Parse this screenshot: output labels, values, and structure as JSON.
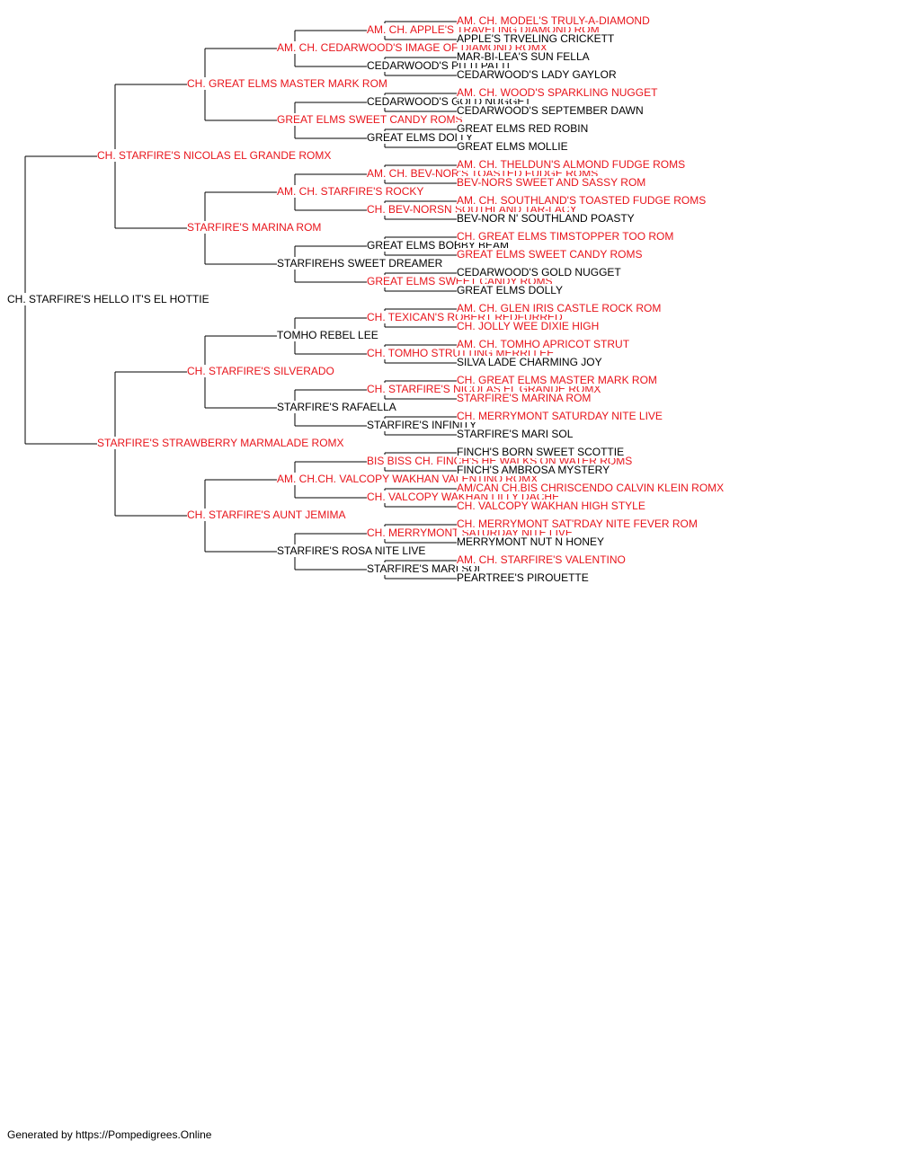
{
  "colors": {
    "titled": "#e8141b",
    "plain": "#000000",
    "line": "#000000"
  },
  "footer": "Generated by https://Pompedigrees.Online",
  "pedigree": [
    {
      "gen": 0,
      "slot": 0,
      "name": "CH. STARFIRE'S HELLO IT'S EL HOTTIE",
      "titled": false
    },
    {
      "gen": 1,
      "slot": 0,
      "name": "CH. STARFIRE'S NICOLAS EL GRANDE ROMX",
      "titled": true
    },
    {
      "gen": 1,
      "slot": 1,
      "name": "STARFIRE'S STRAWBERRY MARMALADE ROMX",
      "titled": true
    },
    {
      "gen": 2,
      "slot": 0,
      "name": "CH. GREAT ELMS MASTER MARK ROM",
      "titled": true
    },
    {
      "gen": 2,
      "slot": 1,
      "name": "STARFIRE'S MARINA ROM",
      "titled": true
    },
    {
      "gen": 2,
      "slot": 2,
      "name": "CH. STARFIRE'S SILVERADO",
      "titled": true
    },
    {
      "gen": 2,
      "slot": 3,
      "name": "CH. STARFIRE'S AUNT JEMIMA",
      "titled": true
    },
    {
      "gen": 3,
      "slot": 0,
      "name": "AM. CH. CEDARWOOD'S IMAGE OF DIAMOND ROMX",
      "titled": true
    },
    {
      "gen": 3,
      "slot": 1,
      "name": "GREAT ELMS SWEET CANDY ROMS",
      "titled": true
    },
    {
      "gen": 3,
      "slot": 2,
      "name": "AM. CH. STARFIRE'S ROCKY",
      "titled": true
    },
    {
      "gen": 3,
      "slot": 3,
      "name": "STARFIREHS SWEET DREAMER",
      "titled": false
    },
    {
      "gen": 3,
      "slot": 4,
      "name": "TOMHO REBEL LEE",
      "titled": false
    },
    {
      "gen": 3,
      "slot": 5,
      "name": "STARFIRE'S RAFAELLA",
      "titled": false
    },
    {
      "gen": 3,
      "slot": 6,
      "name": "AM. CH.CH. VALCOPY WAKHAN VALENTINO ROMX",
      "titled": true
    },
    {
      "gen": 3,
      "slot": 7,
      "name": "STARFIRE'S ROSA NITE LIVE",
      "titled": false
    },
    {
      "gen": 4,
      "slot": 0,
      "name": "AM. CH. APPLE'S TRAVELING DIAMOND ROM",
      "titled": true
    },
    {
      "gen": 4,
      "slot": 1,
      "name": "CEDARWOOD'S PITTI PATTI",
      "titled": false
    },
    {
      "gen": 4,
      "slot": 2,
      "name": "CEDARWOOD'S GOLD NUGGET",
      "titled": false
    },
    {
      "gen": 4,
      "slot": 3,
      "name": "GREAT ELMS DOLLY",
      "titled": false
    },
    {
      "gen": 4,
      "slot": 4,
      "name": "AM. CH. BEV-NOR'S TOASTED FUDGE ROMS",
      "titled": true
    },
    {
      "gen": 4,
      "slot": 5,
      "name": "CH. BEV-NORSN SOUTHLAND TAR-LACY",
      "titled": true
    },
    {
      "gen": 4,
      "slot": 6,
      "name": "GREAT ELMS BOBBY BEAM",
      "titled": false
    },
    {
      "gen": 4,
      "slot": 7,
      "name": "GREAT ELMS SWEET CANDY ROMS",
      "titled": true
    },
    {
      "gen": 4,
      "slot": 8,
      "name": "CH. TEXICAN'S ROBERT REDFURRED",
      "titled": true
    },
    {
      "gen": 4,
      "slot": 9,
      "name": "CH. TOMHO STRUTTING MERRI LEE",
      "titled": true
    },
    {
      "gen": 4,
      "slot": 10,
      "name": "CH. STARFIRE'S NICOLAS EL GRANDE ROMX",
      "titled": true
    },
    {
      "gen": 4,
      "slot": 11,
      "name": "STARFIRE'S INFINITY",
      "titled": false
    },
    {
      "gen": 4,
      "slot": 12,
      "name": "BIS BISS CH. FINCH'S HE WALKS ON WATER ROMS",
      "titled": true
    },
    {
      "gen": 4,
      "slot": 13,
      "name": "CH. VALCOPY WAKHAN LILLY DACHE",
      "titled": true
    },
    {
      "gen": 4,
      "slot": 14,
      "name": "CH. MERRYMONT SATURDAY NITE LIVE",
      "titled": true
    },
    {
      "gen": 4,
      "slot": 15,
      "name": "STARFIRE'S MARI SOL",
      "titled": false
    },
    {
      "gen": 5,
      "slot": 0,
      "name": "AM. CH. MODEL'S TRULY-A-DIAMOND",
      "titled": true
    },
    {
      "gen": 5,
      "slot": 1,
      "name": "APPLE'S TRVELING CRICKETT",
      "titled": false
    },
    {
      "gen": 5,
      "slot": 2,
      "name": "MAR-BI-LEA'S SUN FELLA",
      "titled": false
    },
    {
      "gen": 5,
      "slot": 3,
      "name": "CEDARWOOD'S LADY GAYLOR",
      "titled": false
    },
    {
      "gen": 5,
      "slot": 4,
      "name": "AM. CH. WOOD'S SPARKLING NUGGET",
      "titled": true
    },
    {
      "gen": 5,
      "slot": 5,
      "name": "CEDARWOOD'S SEPTEMBER DAWN",
      "titled": false
    },
    {
      "gen": 5,
      "slot": 6,
      "name": "GREAT ELMS RED ROBIN",
      "titled": false
    },
    {
      "gen": 5,
      "slot": 7,
      "name": "GREAT ELMS MOLLIE",
      "titled": false
    },
    {
      "gen": 5,
      "slot": 8,
      "name": "AM. CH. THELDUN'S ALMOND FUDGE ROMS",
      "titled": true
    },
    {
      "gen": 5,
      "slot": 9,
      "name": "BEV-NORS SWEET AND SASSY ROM",
      "titled": true
    },
    {
      "gen": 5,
      "slot": 10,
      "name": "AM. CH. SOUTHLAND'S TOASTED FUDGE ROMS",
      "titled": true
    },
    {
      "gen": 5,
      "slot": 11,
      "name": "BEV-NOR N' SOUTHLAND POASTY",
      "titled": false
    },
    {
      "gen": 5,
      "slot": 12,
      "name": "CH. GREAT ELMS TIMSTOPPER TOO ROM",
      "titled": true
    },
    {
      "gen": 5,
      "slot": 13,
      "name": "GREAT ELMS SWEET CANDY ROMS",
      "titled": true
    },
    {
      "gen": 5,
      "slot": 14,
      "name": "CEDARWOOD'S GOLD NUGGET",
      "titled": false
    },
    {
      "gen": 5,
      "slot": 15,
      "name": "GREAT ELMS DOLLY",
      "titled": false
    },
    {
      "gen": 5,
      "slot": 16,
      "name": "AM. CH. GLEN IRIS CASTLE ROCK ROM",
      "titled": true
    },
    {
      "gen": 5,
      "slot": 17,
      "name": "CH. JOLLY WEE DIXIE HIGH",
      "titled": true
    },
    {
      "gen": 5,
      "slot": 18,
      "name": "AM. CH. TOMHO APRICOT STRUT",
      "titled": true
    },
    {
      "gen": 5,
      "slot": 19,
      "name": "SILVA LADE CHARMING JOY",
      "titled": false
    },
    {
      "gen": 5,
      "slot": 20,
      "name": "CH. GREAT ELMS MASTER MARK ROM",
      "titled": true
    },
    {
      "gen": 5,
      "slot": 21,
      "name": "STARFIRE'S MARINA ROM",
      "titled": true
    },
    {
      "gen": 5,
      "slot": 22,
      "name": "CH. MERRYMONT SATURDAY NITE LIVE",
      "titled": true
    },
    {
      "gen": 5,
      "slot": 23,
      "name": "STARFIRE'S MARI SOL",
      "titled": false
    },
    {
      "gen": 5,
      "slot": 24,
      "name": "FINCH'S BORN SWEET SCOTTIE",
      "titled": false
    },
    {
      "gen": 5,
      "slot": 25,
      "name": "FINCH'S AMBROSA MYSTERY",
      "titled": false
    },
    {
      "gen": 5,
      "slot": 26,
      "name": "AM/CAN CH.BIS CHRISCENDO CALVIN KLEIN ROMX",
      "titled": true
    },
    {
      "gen": 5,
      "slot": 27,
      "name": "CH. VALCOPY WAKHAN HIGH STYLE",
      "titled": true
    },
    {
      "gen": 5,
      "slot": 28,
      "name": "CH. MERRYMONT SAT'RDAY NITE FEVER ROM",
      "titled": true
    },
    {
      "gen": 5,
      "slot": 29,
      "name": "MERRYMONT NUT N HONEY",
      "titled": false
    },
    {
      "gen": 5,
      "slot": 30,
      "name": "AM. CH. STARFIRE'S VALENTINO",
      "titled": true
    },
    {
      "gen": 5,
      "slot": 31,
      "name": "PEARTREE'S PIROUETTE",
      "titled": false
    }
  ]
}
